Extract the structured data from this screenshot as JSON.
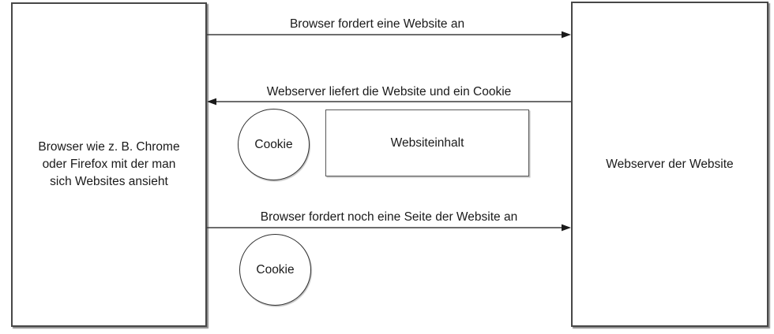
{
  "diagram": {
    "title_semantic": "Cookie exchange between browser and webserver",
    "browser_box": {
      "label": "Browser wie z. B. Chrome\noder Firefox mit der man\nsich Websites ansieht"
    },
    "webserver_box": {
      "label": "Webserver der Website"
    },
    "arrows": [
      {
        "label": "Browser fordert eine Website an",
        "direction": "right",
        "from": "browser",
        "to": "webserver"
      },
      {
        "label": "Webserver liefert die Website und ein Cookie",
        "direction": "left",
        "from": "webserver",
        "to": "browser"
      },
      {
        "label": "Browser fordert noch eine Seite der Website an",
        "direction": "right",
        "from": "browser",
        "to": "webserver"
      }
    ],
    "cookie_circle_1": {
      "label": "Cookie"
    },
    "cookie_circle_2": {
      "label": "Cookie"
    },
    "website_content_box": {
      "label": "Websiteinhalt"
    },
    "colors": {
      "background": "#ffffff",
      "stroke": "#3d3d3d",
      "text": "#1a1a1a"
    }
  }
}
